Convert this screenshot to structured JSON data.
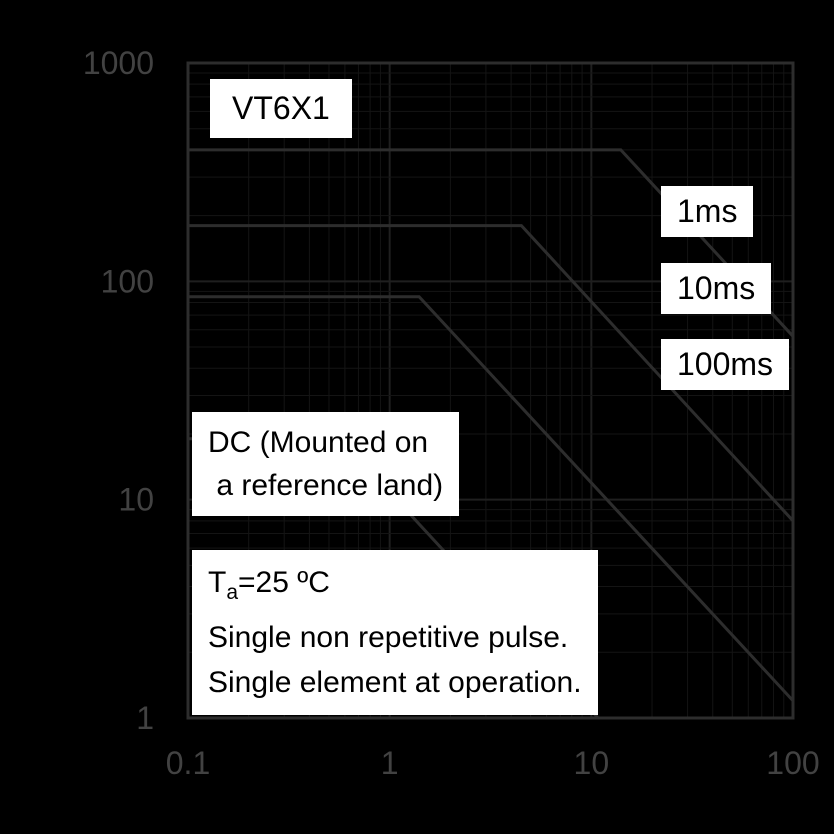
{
  "colors": {
    "background": "#000000",
    "label_box_bg": "#ffffff",
    "label_text": "#000000",
    "tick": "#424242",
    "grid_major": "#1f1f1f",
    "grid_minor": "#141414",
    "frame": "#2d2d2d",
    "curve": "#2d2d2d"
  },
  "chart_data": {
    "type": "line",
    "title": "",
    "x_scale": "log",
    "y_scale": "log",
    "xlim": [
      0.1,
      100
    ],
    "ylim": [
      1,
      1000
    ],
    "x_ticks": [
      "0.1",
      "1",
      "10",
      "100"
    ],
    "y_ticks": [
      "1",
      "10",
      "100",
      "1000"
    ],
    "grid": true,
    "legend_position": "none",
    "series": [
      {
        "name": "1ms",
        "points": [
          [
            0.1,
            400
          ],
          [
            14,
            400
          ],
          [
            100,
            56
          ]
        ]
      },
      {
        "name": "10ms",
        "points": [
          [
            0.1,
            180
          ],
          [
            4.5,
            180
          ],
          [
            100,
            8
          ]
        ]
      },
      {
        "name": "100ms",
        "points": [
          [
            0.1,
            85
          ],
          [
            1.4,
            85
          ],
          [
            100,
            1.2
          ]
        ]
      },
      {
        "name": "DC",
        "points": [
          [
            0.1,
            19
          ],
          [
            0.57,
            19
          ],
          [
            10.8,
            1
          ]
        ]
      }
    ],
    "annotations": {
      "part_label": "VT6X1",
      "dc_line1": "DC (Mounted on",
      "dc_line2": " a reference land)",
      "note_ta": {
        "prefix": "T",
        "sub": "a",
        "rest": "=25 ºC"
      },
      "note_line2": "Single non repetitive pulse.",
      "note_line3": "Single element at operation."
    }
  }
}
